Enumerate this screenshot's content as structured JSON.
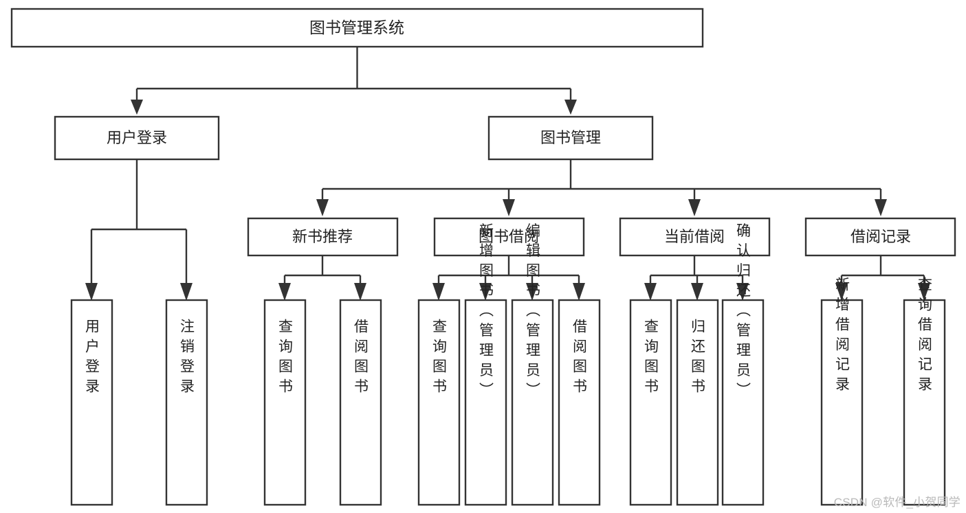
{
  "diagram": {
    "type": "tree-hierarchy",
    "title": "图书管理系统",
    "root": {
      "label": "图书管理系统",
      "children": [
        {
          "label": "用户登录",
          "children": [
            {
              "label": "用户登录"
            },
            {
              "label": "注销登录"
            }
          ]
        },
        {
          "label": "图书管理",
          "children": [
            {
              "label": "新书推荐",
              "children": [
                {
                  "label": "查询图书"
                },
                {
                  "label": "借阅图书"
                }
              ]
            },
            {
              "label": "图书借阅",
              "children": [
                {
                  "label": "查询图书"
                },
                {
                  "label": "新增图书（管理员）"
                },
                {
                  "label": "编辑图书（管理员）"
                },
                {
                  "label": "借阅图书"
                }
              ]
            },
            {
              "label": "当前借阅",
              "children": [
                {
                  "label": "查询图书"
                },
                {
                  "label": "归还图书"
                },
                {
                  "label": "确认归还（管理员）"
                }
              ]
            },
            {
              "label": "借阅记录",
              "children": [
                {
                  "label": "新增借阅记录"
                },
                {
                  "label": "查询借阅记录"
                }
              ]
            }
          ]
        }
      ]
    }
  },
  "nodes": {
    "root": "图书管理系统",
    "user_login": "用户登录",
    "book_manage": "图书管理",
    "new_book_rec": "新书推荐",
    "book_borrow": "图书借阅",
    "current_borrow": "当前借阅",
    "borrow_record": "借阅记录",
    "leaf_user_login": "用户登录",
    "leaf_logout": "注销登录",
    "leaf_query_book_a": "查询图书",
    "leaf_borrow_book_a": "借阅图书",
    "leaf_query_book_b": "查询图书",
    "leaf_add_book": "新增图书（管理员）",
    "leaf_edit_book": "编辑图书（管理员）",
    "leaf_borrow_book_b": "借阅图书",
    "leaf_query_book_c": "查询图书",
    "leaf_return_book": "归还图书",
    "leaf_confirm_return": "确认归还（管理员）",
    "leaf_add_record": "新增借阅记录",
    "leaf_query_record": "查询借阅记录"
  },
  "watermark": {
    "text": "CSDN @软件_小贺同学"
  },
  "colors": {
    "stroke": "#333333",
    "box_fill": "#ffffff",
    "text": "#222222",
    "watermark": "#b9b9b9",
    "background": "#ffffff"
  }
}
